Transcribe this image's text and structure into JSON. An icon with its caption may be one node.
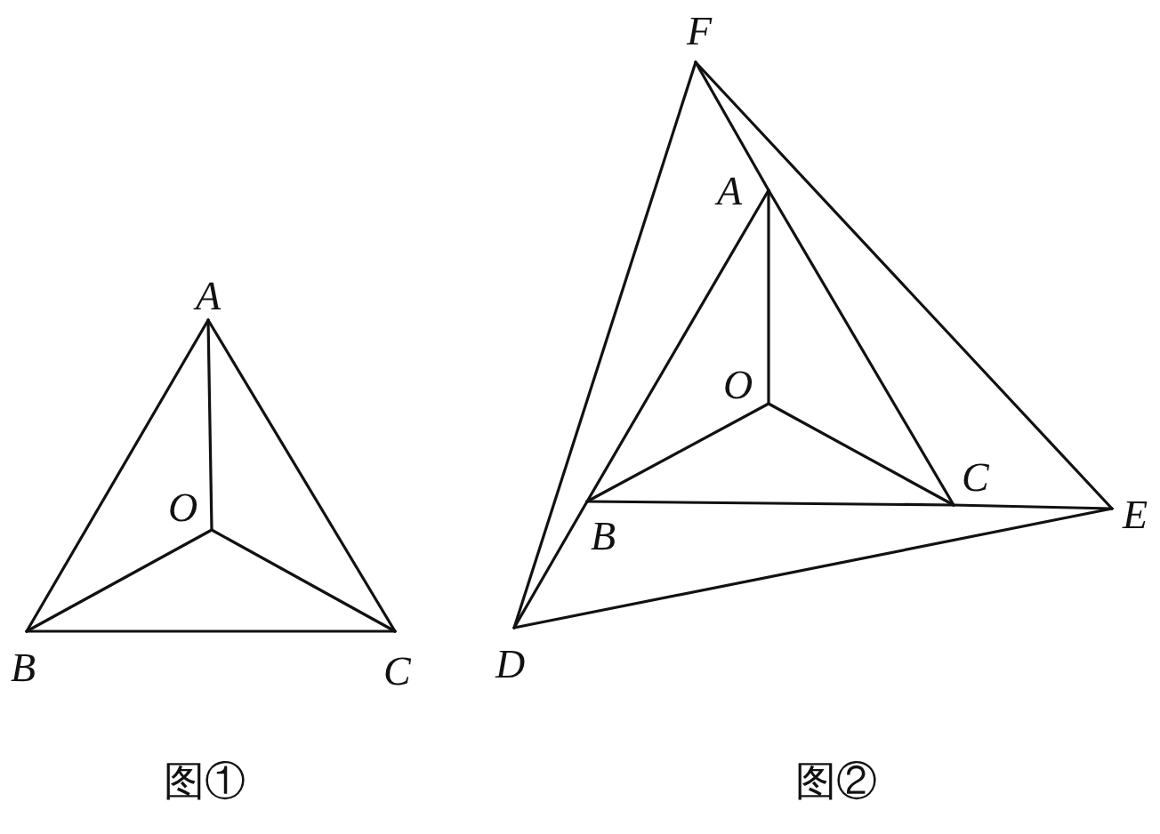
{
  "diagram": {
    "nodes": [
      {
        "text": [
          "A"
        ]
      },
      {
        "text": [
          "O"
        ]
      },
      {
        "text": [
          "B"
        ]
      },
      {
        "text": [
          "C"
        ]
      },
      {
        "text": [
          "F"
        ]
      },
      {
        "text": [
          "A"
        ]
      },
      {
        "text": [
          "O"
        ]
      },
      {
        "text": [
          "C"
        ]
      },
      {
        "text": [
          "B"
        ]
      },
      {
        "text": [
          "E"
        ]
      },
      {
        "text": [
          "D"
        ]
      }
    ],
    "edges": [
      {
        "from": 0,
        "to": 2,
        "arrow": "none"
      },
      {
        "from": 2,
        "to": 3,
        "arrow": "none"
      },
      {
        "from": 3,
        "to": 0,
        "arrow": "none"
      },
      {
        "from": 1,
        "to": 0,
        "arrow": "none"
      },
      {
        "from": 1,
        "to": 2,
        "arrow": "none"
      },
      {
        "from": 1,
        "to": 3,
        "arrow": "none"
      },
      {
        "from": 4,
        "to": 10,
        "arrow": "none"
      },
      {
        "from": 4,
        "to": 9,
        "arrow": "none"
      },
      {
        "from": 10,
        "to": 9,
        "arrow": "none"
      },
      {
        "from": 10,
        "to": 8,
        "arrow": "none"
      },
      {
        "from": 8,
        "to": 5,
        "arrow": "none"
      },
      {
        "from": 4,
        "to": 5,
        "arrow": "none"
      },
      {
        "from": 5,
        "to": 7,
        "arrow": "none"
      },
      {
        "from": 9,
        "to": 7,
        "arrow": "none"
      },
      {
        "from": 7,
        "to": 8,
        "arrow": "none"
      },
      {
        "from": 6,
        "to": 5,
        "arrow": "none"
      },
      {
        "from": 6,
        "to": 8,
        "arrow": "none"
      },
      {
        "from": 6,
        "to": 7,
        "arrow": "none"
      }
    ],
    "labels": [
      "图①",
      "图②"
    ]
  }
}
